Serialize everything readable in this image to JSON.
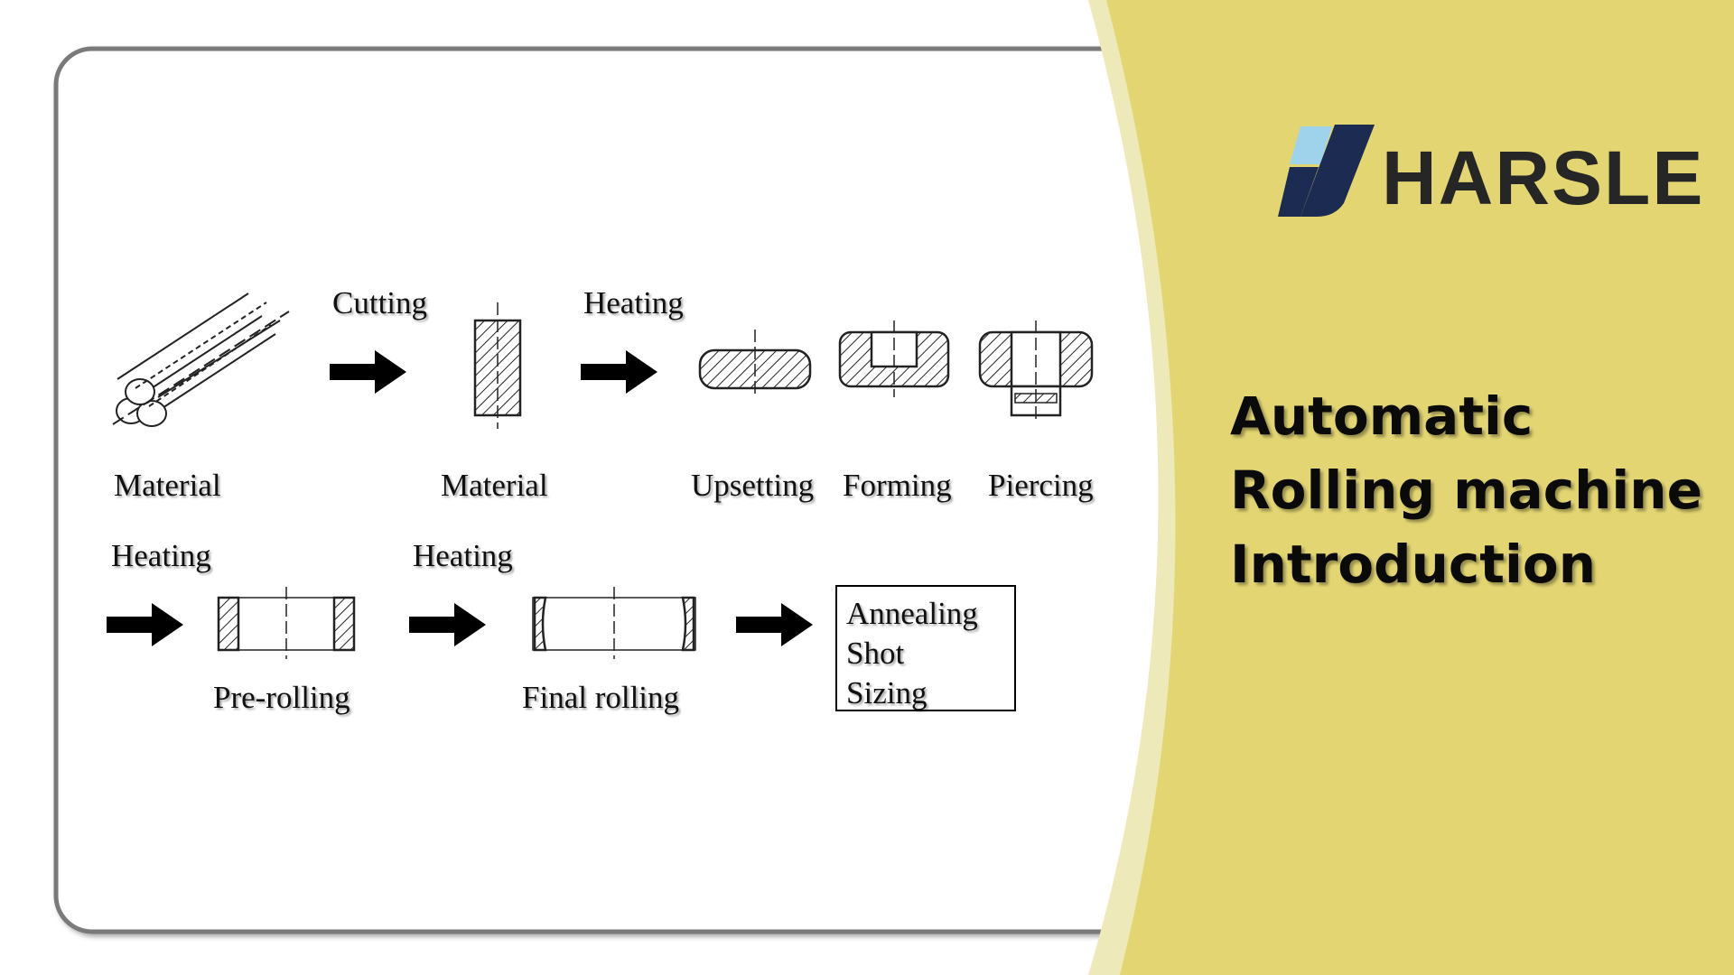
{
  "diagram": {
    "row1": {
      "cutting_label": "Cutting",
      "heating_label": "Heating",
      "steps": [
        "Material",
        "Material",
        "Upsetting",
        "Forming",
        "Piercing"
      ]
    },
    "row2": {
      "heating_label_1": "Heating",
      "heating_label_2": "Heating",
      "steps": [
        "Pre-rolling",
        "Final rolling"
      ],
      "finish_box": [
        "Annealing",
        "Shot",
        "Sizing"
      ]
    }
  },
  "brand": {
    "name": "HARSLE"
  },
  "title": {
    "lines": [
      "Automatic",
      "Rolling machine",
      "Introduction"
    ]
  },
  "colors": {
    "panel": "#e3d672",
    "edge": "#ede9b8",
    "logo_dark": "#1c2b52",
    "logo_light": "#9fd3ec"
  }
}
